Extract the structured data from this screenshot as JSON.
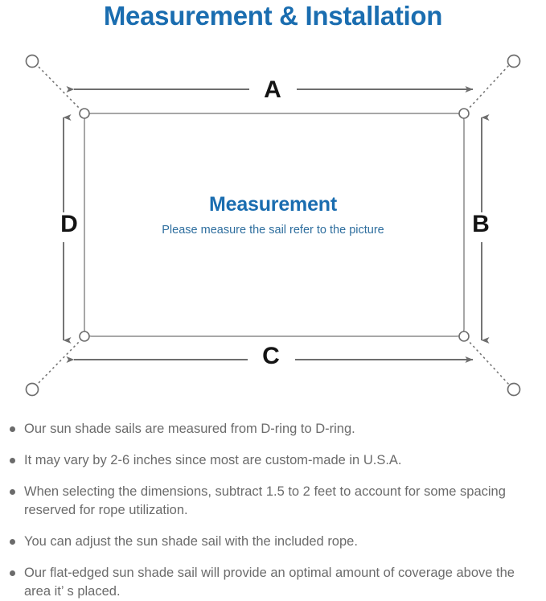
{
  "page": {
    "title": "Measurement & Installation",
    "background_color": "#ffffff"
  },
  "colors": {
    "title_blue": "#1A6DB0",
    "subtitle_blue": "#2E6E9E",
    "line_gray": "#6E6E6E",
    "shape_outline": "#7A7A7A",
    "text_gray": "#6B6B6B",
    "letter_black": "#141414"
  },
  "diagram": {
    "name": "sun-shade-sail-measurement-diagram",
    "center_title": "Measurement",
    "center_subtitle": "Please measure the sail refer to the picture",
    "dimension_labels": {
      "top": "A",
      "right": "B",
      "bottom": "C",
      "left": "D"
    },
    "dimension_arrows": [
      {
        "id": "A",
        "orientation": "horizontal",
        "position": "top",
        "label": "A"
      },
      {
        "id": "B",
        "orientation": "vertical",
        "position": "right",
        "label": "B"
      },
      {
        "id": "C",
        "orientation": "horizontal",
        "position": "bottom",
        "label": "C"
      },
      {
        "id": "D",
        "orientation": "vertical",
        "position": "left",
        "label": "D"
      }
    ],
    "d_rings": [
      {
        "id": "d-ring-top-left",
        "corner": "top-left"
      },
      {
        "id": "d-ring-top-right",
        "corner": "top-right"
      },
      {
        "id": "d-ring-bottom-right",
        "corner": "bottom-right"
      },
      {
        "id": "d-ring-bottom-left",
        "corner": "bottom-left"
      }
    ],
    "anchor_points": [
      {
        "id": "anchor-top-left",
        "corner": "top-left"
      },
      {
        "id": "anchor-top-right",
        "corner": "top-right"
      },
      {
        "id": "anchor-bottom-right",
        "corner": "bottom-right"
      },
      {
        "id": "anchor-bottom-left",
        "corner": "bottom-left"
      }
    ],
    "rope_lines": [
      {
        "id": "rope-top-left",
        "style": "dotted"
      },
      {
        "id": "rope-top-right",
        "style": "dotted"
      },
      {
        "id": "rope-bottom-right",
        "style": "dotted"
      },
      {
        "id": "rope-bottom-left",
        "style": "dotted"
      }
    ]
  },
  "notes": {
    "items": [
      "Our sun shade sails are measured from D-ring to D-ring.",
      "It may vary by 2-6 inches since most are custom-made in U.S.A.",
      "When selecting the dimensions, subtract 1.5 to 2 feet to account for some spacing reserved for rope utilization.",
      "You can adjust the sun shade sail with the included rope.",
      "Our flat-edged sun shade sail will provide an optimal amount of coverage above the area it’  s placed."
    ]
  }
}
